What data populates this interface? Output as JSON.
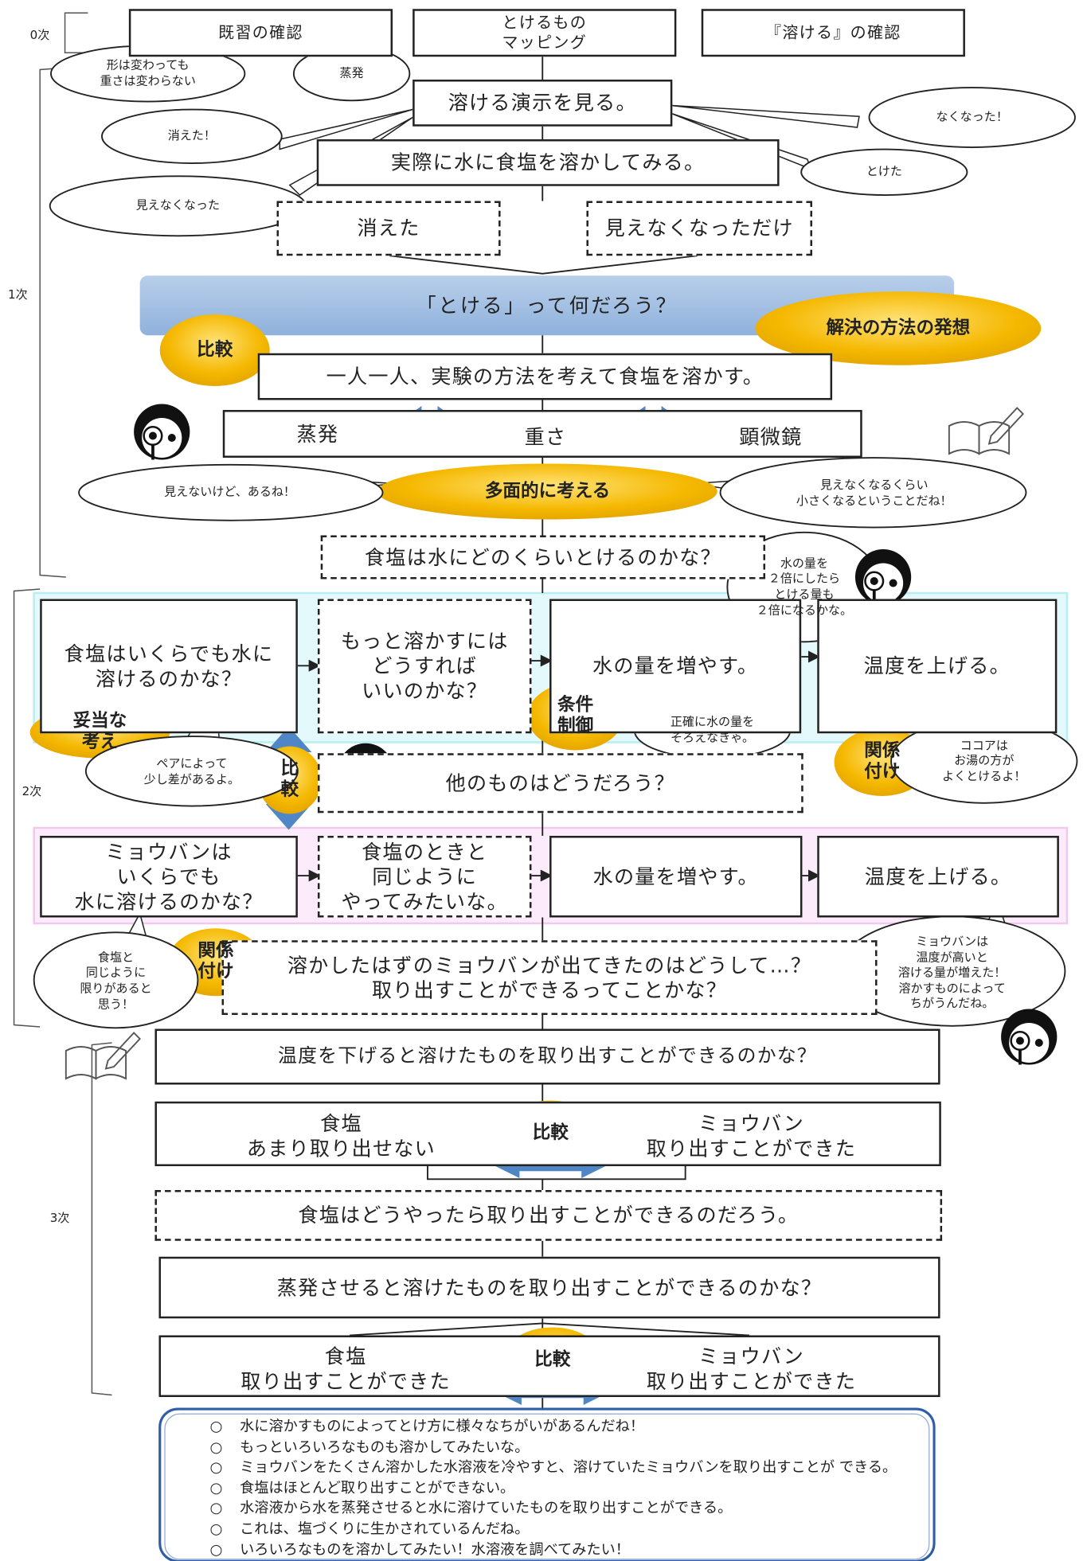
{
  "phases": {
    "p0": "0次",
    "p1": "1次",
    "p2": "2次",
    "p3": "3次"
  },
  "row0": {
    "review": "既習の確認",
    "mapping": "とけるもの\nマッピング",
    "confirm": "『溶ける』の確認"
  },
  "bubbles": {
    "shape_weight": "形は変わっても\n重さは変わらない",
    "evaporation": "蒸発",
    "vanished_l": "消えた！",
    "disappeared_r": "なくなった！",
    "melted": "とけた",
    "became_invisible": "見えなくなった",
    "invisible_but_there": "見えないけど、あるね！",
    "small_invisible": "見えなくなるくらい\n小さくなるということだね！",
    "double_water": "水の量を\n２倍にしたら\nとける量も\n２倍になるかな。",
    "pair_difference": "ペアによって\n少し差があるよ。",
    "measure_water": "正確に水の量を\nそろえなきゃ。",
    "cocoa": "ココアは\nお湯の方が\nよくとけるよ！",
    "limit_like_salt": "食塩と\n同じように\n限りがあると\n思う！",
    "alum_temp": "ミョウバンは\n温度が高いと\n溶ける量が増えた！\n溶かすものによって\nちがうんだね。"
  },
  "flow": {
    "demo": "溶ける演示を見る。",
    "dissolve_salt": "実際に水に食塩を溶かしてみる。",
    "vanished": "消えた",
    "just_invisible": "見えなくなっただけ",
    "question": "「とける」って何だろう？",
    "each_method": "一人一人、実験の方法を考えて食塩を溶かす。",
    "evap": "蒸発",
    "weight": "重さ",
    "microscope": "顕微鏡",
    "how_much": "食塩は水にどのくらいとけるのかな？",
    "salt_unlimited": "食塩はいくらでも水に\n溶けるのかな？",
    "dissolve_more": "もっと溶かすには\nどうすれば\nいいのかな？",
    "more_water": "水の量を増やす。",
    "raise_temp": "温度を上げる。",
    "other_things": "他のものはどうだろう？",
    "alum_unlimited": "ミョウバンは\nいくらでも\n水に溶けるのかな？",
    "same_as_salt": "食塩のときと\n同じように\nやってみたいな。",
    "more_water2": "水の量を増やす。",
    "raise_temp2": "温度を上げる。",
    "alum_out": "溶かしたはずのミョウバンが出てきたのはどうして…？\n取り出すことができるってことかな？",
    "lower_temp": "温度を下げると溶けたものを取り出すことができるのかな？",
    "salt_hard": "食塩\nあまり取り出せない",
    "alum_ok": "ミョウバン\n取り出すことができた",
    "salt_how": "食塩はどうやったら取り出すことができるのだろう。",
    "evap_q": "蒸発させると溶けたものを取り出すことができるのかな？",
    "salt_ok": "食塩\n取り出すことができた",
    "alum_ok2": "ミョウバン\n取り出すことができた"
  },
  "gold_labels": {
    "solution_idea": "解決の方法の発想",
    "compare1": "比較",
    "multi_view": "多面的に考える",
    "condition_control": "条件\n制御",
    "valid_idea": "妥当な\n考え",
    "compare_v": "比\n較",
    "relate1": "関係\n付け",
    "relate2": "関係\n付け",
    "compare2": "比較",
    "compare3": "比較"
  },
  "summary": [
    "水に溶かすものによってとけ方に様々なちがいがあるんだね！",
    "もっといろいろなものも溶かしてみたいな。",
    "ミョウバンをたくさん溶かした水溶液を冷やすと、溶けていたミョウバンを取り出すことが できる。",
    "食塩はほとんど取り出すことができない。",
    "水溶液から水を蒸発させると水に溶けていたものを取り出すことができる。",
    "これは、塩づくりに生かされているんだね。",
    "いろいろなものを溶かしてみたい！水溶液を調べてみたい！"
  ],
  "summary_mark": "○",
  "colors": {
    "gold": "#f5b800",
    "gold_light": "#ffd84a",
    "blue_band": "#9dbbe0",
    "arrow_blue": "#4f86c6",
    "cyan_band": "#e8fbfc",
    "pink_band": "#fcecfb",
    "summary_border": "#2f5ea8"
  }
}
